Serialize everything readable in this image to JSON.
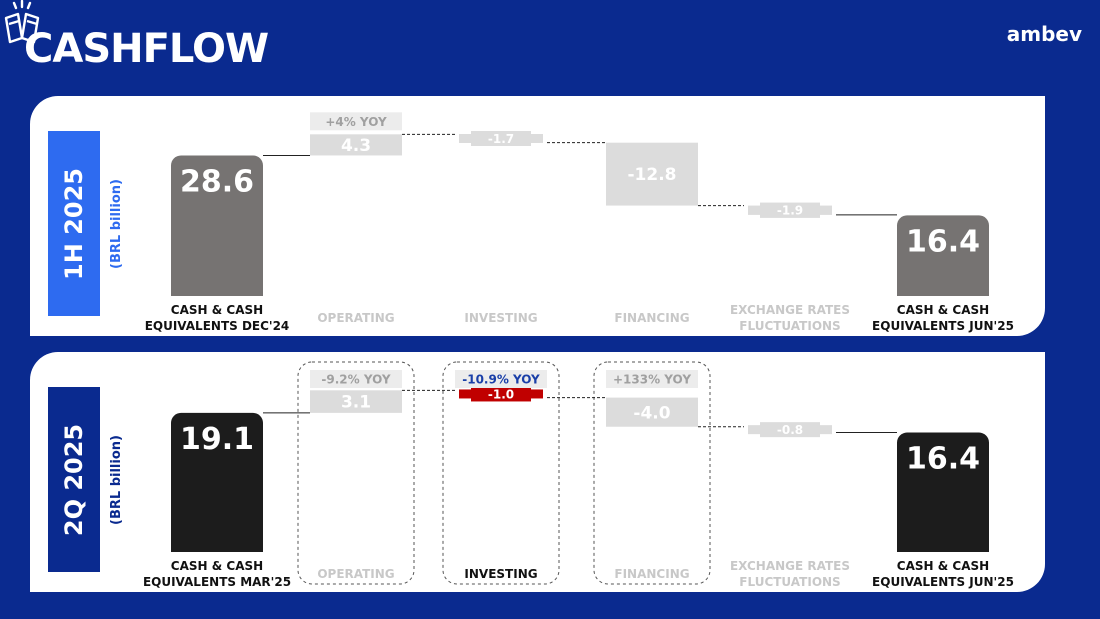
{
  "page": {
    "title": "CASHFLOW",
    "brand": "ambev"
  },
  "colors": {
    "background": "#0a2a8f",
    "period1_tab": "#2e6bf0",
    "period2_tab": "#0a2a8f",
    "cash_bar_1": "#767372",
    "cash_bar_2": "#1c1c1c",
    "flow_bar": "#dcdcdc",
    "highlight": "#c00000",
    "highlight_text": "#1a3fa8",
    "muted_text": "#c8c8c8"
  },
  "chart_data": [
    {
      "type": "bar",
      "subtype": "waterfall",
      "period": "1H 2025",
      "unit": "(BRL billion)",
      "categories": [
        "CASH & CASH EQUIVALENTS DEC'24",
        "OPERATING",
        "INVESTING",
        "FINANCING",
        "EXCHANGE RATES FLUCTUATIONS",
        "CASH & CASH EQUIVALENTS JUN'25"
      ],
      "values": [
        28.6,
        4.3,
        -1.7,
        -12.8,
        -1.9,
        16.4
      ],
      "value_labels": [
        "28.6",
        "4.3",
        "-1.7",
        "-12.8",
        "-1.9",
        "16.4"
      ],
      "kinds": [
        "total",
        "delta",
        "delta",
        "delta",
        "delta",
        "total"
      ],
      "annotations": [
        {
          "category": "OPERATING",
          "text": "+4% YOY"
        }
      ],
      "highlight": []
    },
    {
      "type": "bar",
      "subtype": "waterfall",
      "period": "2Q 2025",
      "unit": "(BRL billion)",
      "categories": [
        "CASH & CASH EQUIVALENTS MAR'25",
        "OPERATING",
        "INVESTING",
        "FINANCING",
        "EXCHANGE RATES FLUCTUATIONS",
        "CASH & CASH EQUIVALENTS JUN'25"
      ],
      "values": [
        19.1,
        3.1,
        -1.0,
        -4.0,
        -0.8,
        16.4
      ],
      "value_labels": [
        "19.1",
        "3.1",
        "-1.0",
        "-4.0",
        "-0.8",
        "16.4"
      ],
      "kinds": [
        "total",
        "delta",
        "delta",
        "delta",
        "delta",
        "total"
      ],
      "annotations": [
        {
          "category": "OPERATING",
          "text": "-9.2% YOY"
        },
        {
          "category": "INVESTING",
          "text": "-10.9% YOY"
        },
        {
          "category": "FINANCING",
          "text": "+133% YOY"
        }
      ],
      "highlight": [
        "INVESTING"
      ]
    }
  ]
}
